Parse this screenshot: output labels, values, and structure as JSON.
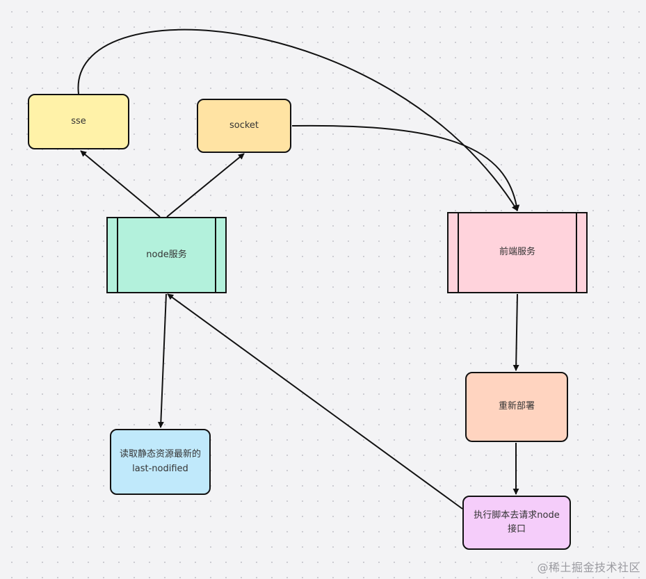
{
  "nodes": {
    "sse": {
      "label": "sse"
    },
    "socket": {
      "label": "socket"
    },
    "node_service": {
      "label": "node服务"
    },
    "frontend_service": {
      "label": "前端服务"
    },
    "redeploy": {
      "label": "重新部署"
    },
    "run_script": {
      "line1": "执行脚本去请求node",
      "line2": "接口"
    },
    "read_static": {
      "line1": "读取静态资源最新的",
      "line2": "last-nodified"
    }
  },
  "watermark": "@稀土掘金技术社区",
  "colors": {
    "sse": "#fff2a8",
    "socket": "#ffe3a3",
    "node_service": "#b3f1dc",
    "frontend_service": "#ffd3dc",
    "redeploy": "#ffd4c0",
    "run_script": "#f5cdfa",
    "read_static": "#c0e9fb",
    "stroke": "#111111"
  }
}
